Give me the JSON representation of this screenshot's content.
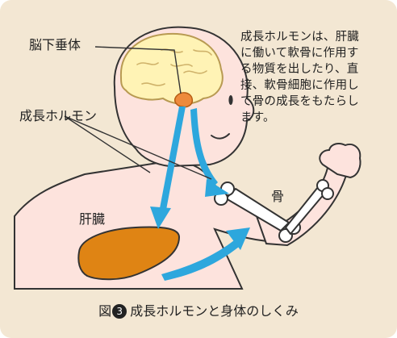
{
  "labels": {
    "pituitary": "脳下垂体",
    "growth_hormone": "成長ホルモン",
    "liver": "肝臓",
    "bone": "骨"
  },
  "description": [
    "成長ホルモンは、肝臓",
    "に働いて軟骨に作用す",
    "る物質を出したり、直",
    "接、軟骨細胞に作用し",
    "て骨の成長をもたらし",
    "ます。"
  ],
  "caption": {
    "prefix": "図",
    "badge": "3",
    "text": "成長ホルモンと身体のしくみ"
  },
  "colors": {
    "background": "#f3e7d3",
    "skin": "#fde3dd",
    "brain": "#fff3b5",
    "pituitary": "#ee8a3c",
    "liver": "#df8414",
    "arrow": "#2da7dd"
  }
}
